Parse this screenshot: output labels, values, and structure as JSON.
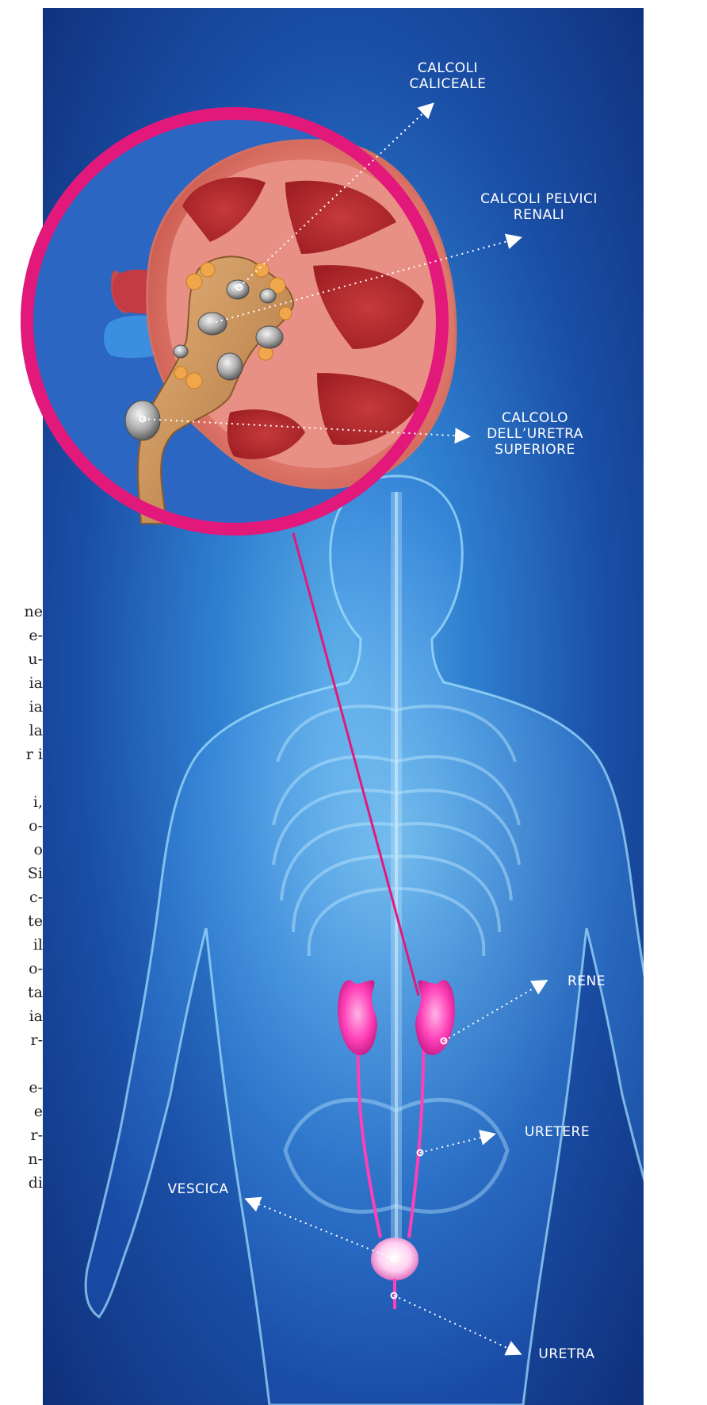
{
  "labels": {
    "calcoli_caliceale": [
      "CALCOLI",
      "CALICEALE"
    ],
    "calcoli_pelvici": [
      "CALCOLI PELVICI",
      "RENALI"
    ],
    "calcolo_uretra": [
      "CALCOLO",
      "DELL’URETRA",
      "SUPERIORE"
    ],
    "rene": "RENE",
    "uretere": "URETERE",
    "vescica": "VESCICA",
    "uretra": "URETRA"
  },
  "left_fragments": [
    "ne",
    "e-",
    "u-",
    "ia",
    "ia",
    "la",
    "r i",
    "",
    "i,",
    "o-",
    "o",
    "Si",
    "c-",
    "te",
    "il",
    "o-",
    "ta",
    "ia",
    "r-",
    "",
    "e-",
    "e",
    "r-",
    "n-",
    "di"
  ],
  "colors": {
    "magnifier_ring": "#e3187b",
    "kidney_highlight": "#ff3fb7",
    "label_text": "#ffffff",
    "background_center": "#5fb0ea",
    "background_edge": "#0f2f7a"
  }
}
